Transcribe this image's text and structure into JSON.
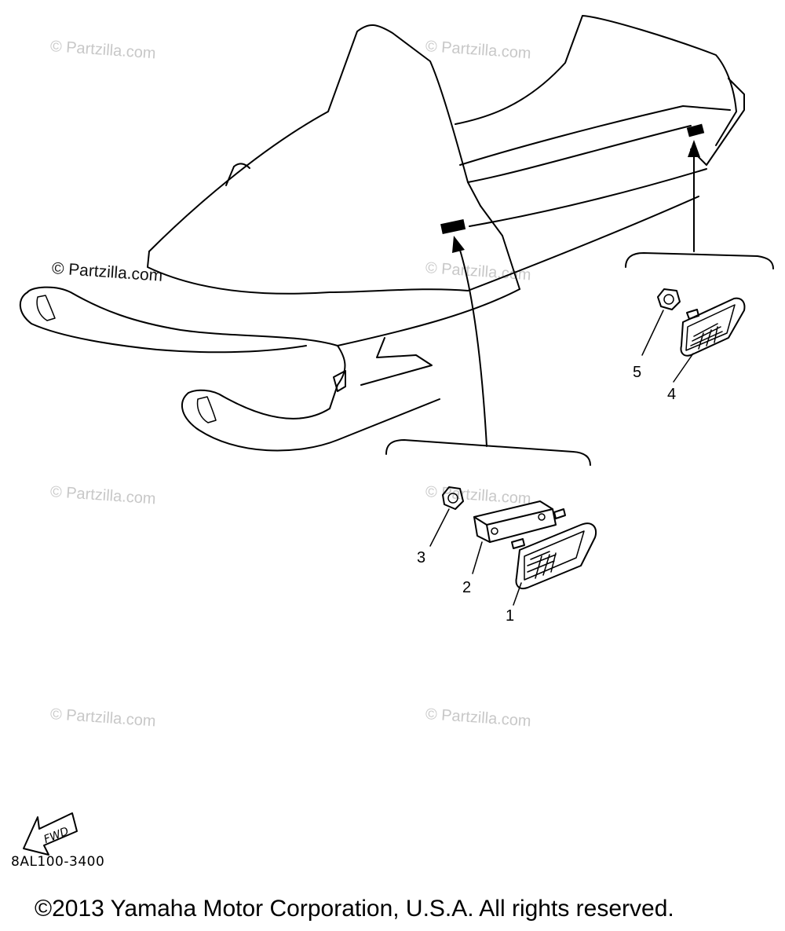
{
  "diagram": {
    "callouts": [
      "1",
      "2",
      "3",
      "4",
      "5"
    ],
    "fwd_label": "FWD",
    "drawing_code": "8AL100-3400",
    "copyright": "©2013 Yamaha Motor Corporation, U.S.A. All rights reserved."
  },
  "watermark": {
    "text": "© Partzilla.com"
  },
  "colors": {
    "line": "#000000",
    "watermark": "#c8c8c8",
    "background": "#ffffff"
  }
}
